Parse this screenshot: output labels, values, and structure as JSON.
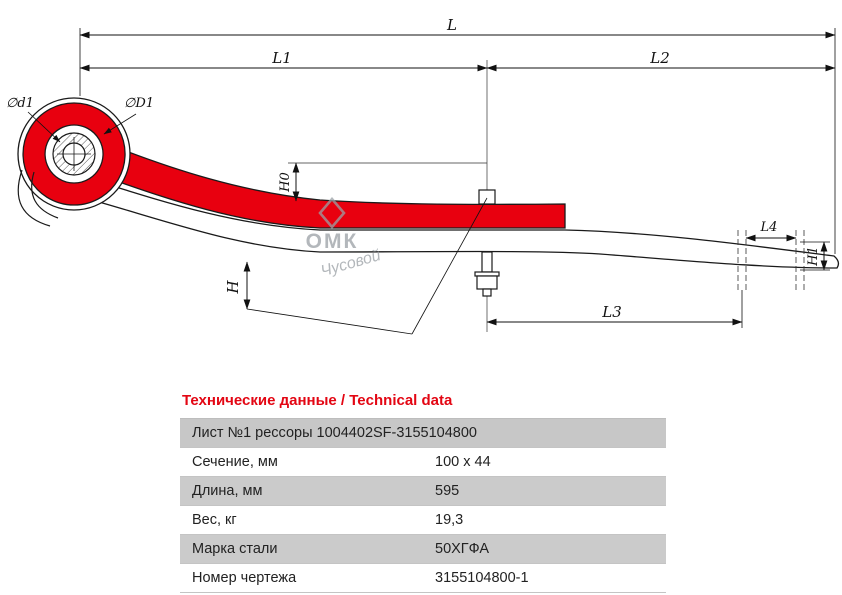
{
  "colors": {
    "accent_red": "#e30613",
    "leaf_red": "#e8000f",
    "table_gray": "#c9c9c9"
  },
  "drawing": {
    "dim_labels": {
      "L": "L",
      "L1": "L1",
      "L2": "L2",
      "L3": "L3",
      "L4": "L4",
      "H": "H",
      "H0": "H0",
      "H1": "H1",
      "d1": "∅d1",
      "D1": "∅D1"
    },
    "watermark": {
      "brand": "ОМК",
      "city": "Чусовой"
    }
  },
  "table": {
    "title": "Технические данные / Technical data",
    "header": "Лист №1 рессоры 1004402SF-3155104800",
    "rows": [
      {
        "label": "Сечение, мм",
        "value": "100 x 44"
      },
      {
        "label": "Длина, мм",
        "value": "595"
      },
      {
        "label": "Вес, кг",
        "value": "19,3"
      },
      {
        "label": "Марка стали",
        "value": "50ХГФА"
      },
      {
        "label": "Номер чертежа",
        "value": "3155104800-1"
      }
    ]
  }
}
